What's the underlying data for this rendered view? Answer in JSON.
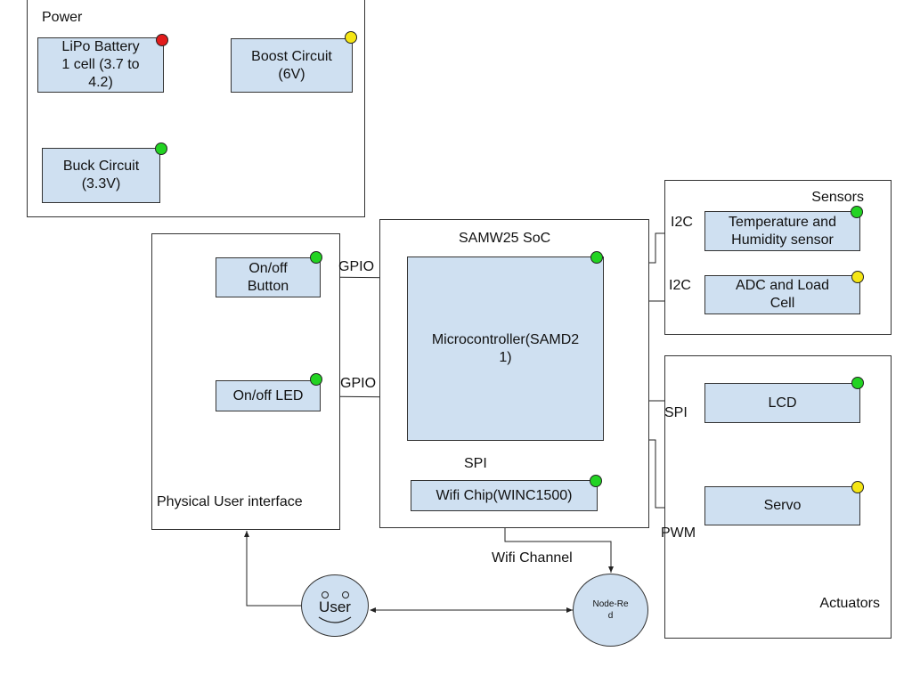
{
  "groups": {
    "power": "Power",
    "sensors": "Sensors",
    "soc": "SAMW25 SoC",
    "ui": "Physical User interface",
    "actuators": "Actuators"
  },
  "blocks": {
    "battery": "LiPo Battery\n1 cell (3.7 to\n4.2)",
    "boost": "Boost Circuit\n(6V)",
    "buck": "Buck Circuit\n(3.3V)",
    "temp": "Temperature  and\nHumidity sensor",
    "adc": "ADC and Load\nCell",
    "mcu": "Microcontroller(SAMD2\n1)",
    "wifi": "Wifi Chip(WINC1500)",
    "button": "On/off\nButton",
    "led": "On/off LED",
    "lcd": "LCD",
    "servo": "Servo"
  },
  "status_colors": {
    "red": "#e21b1b",
    "yellow": "#f5e614",
    "green": "#22d322"
  },
  "status": {
    "battery": "red",
    "boost": "yellow",
    "buck": "green",
    "temp": "green",
    "adc": "yellow",
    "mcu": "green",
    "wifi": "green",
    "button": "green",
    "led": "green",
    "lcd": "green",
    "servo": "yellow"
  },
  "connections": {
    "i2c_temp": "I2C",
    "i2c_adc": "I2C",
    "gpio_button": "GPIO",
    "gpio_led": "GPIO",
    "spi_lcd": "SPI",
    "spi_wifi": "SPI",
    "pwm_servo": "PWM",
    "wifi_channel": "Wifi Channel"
  },
  "nodes": {
    "user": "User",
    "nodered": "Node-Re\nd"
  }
}
